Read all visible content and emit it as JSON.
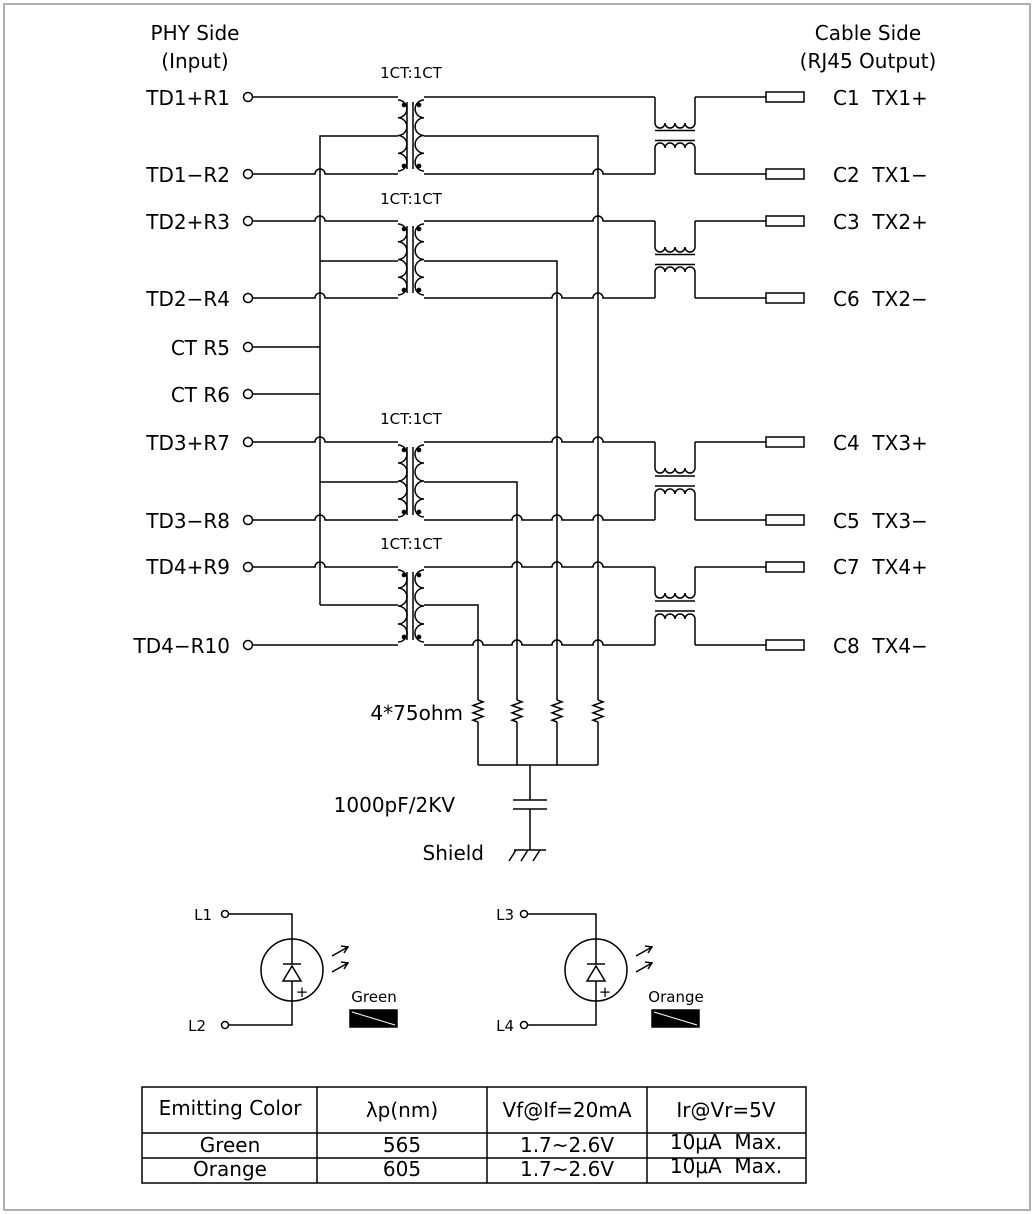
{
  "headers": {
    "phy_line1": "PHY Side",
    "phy_line2": "(Input)",
    "cable_line1": "Cable Side",
    "cable_line2": "(RJ45 Output)"
  },
  "transformers": [
    "1CT:1CT",
    "1CT:1CT",
    "1CT:1CT",
    "1CT:1CT"
  ],
  "phy_pins": [
    "TD1+R1",
    "TD1−R2",
    "TD2+R3",
    "TD2−R4",
    "CT R5",
    "CT R6",
    "TD3+R7",
    "TD3−R8",
    "TD4+R9",
    "TD4−R10"
  ],
  "cable_pins": [
    "C1  TX1+",
    "C2  TX1−",
    "C3  TX2+",
    "C6  TX2−",
    "C4  TX3+",
    "C5  TX3−",
    "C7  TX4+",
    "C8  TX4−"
  ],
  "termination": {
    "resistor_label": "4*75ohm",
    "capacitor_label": "1000pF/2KV",
    "shield_label": "Shield"
  },
  "leds": [
    {
      "top_pin": "L1",
      "bottom_pin": "L2",
      "plus": "+",
      "color_name": "Green"
    },
    {
      "top_pin": "L3",
      "bottom_pin": "L4",
      "plus": "+",
      "color_name": "Orange"
    }
  ],
  "table": {
    "headers": [
      "Emitting Color",
      "λp(nm)",
      "Vf@If=20mA",
      "Ir@Vr=5V"
    ],
    "rows": [
      [
        "Green",
        "565",
        "1.7~2.6V",
        "10μA  Max."
      ],
      [
        "Orange",
        "605",
        "1.7~2.6V",
        "10μA  Max."
      ]
    ]
  }
}
